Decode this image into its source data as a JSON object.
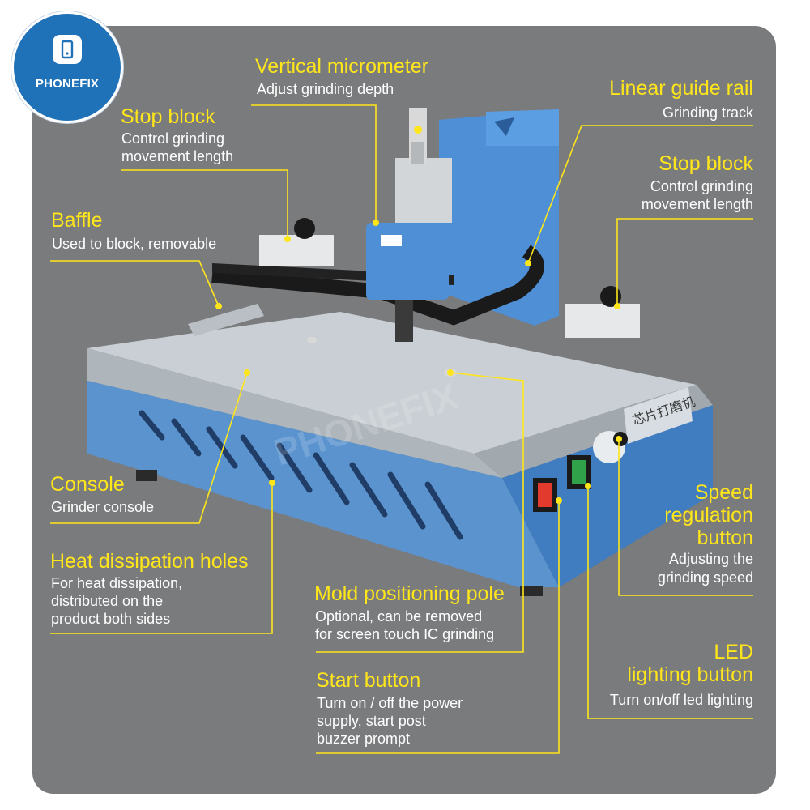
{
  "brand": {
    "name": "PHONEFIX",
    "logo_icon": "phone-wrench-icon",
    "color": "#1f71b8"
  },
  "watermark": "PHONEFIX",
  "machine_panel_text": "芯片打磨机",
  "accent_color": "#ffe61a",
  "background_color": "#7a7b7d",
  "callouts": {
    "vertical_micrometer": {
      "title": "Vertical micrometer",
      "desc": "Adjust grinding depth"
    },
    "stop_block_left": {
      "title": "Stop block",
      "desc_1": "Control grinding",
      "desc_2": "movement length"
    },
    "linear_guide_rail": {
      "title": "Linear guide rail",
      "desc": "Grinding track"
    },
    "stop_block_right": {
      "title": "Stop block",
      "desc_1": "Control grinding",
      "desc_2": "movement length"
    },
    "baffle": {
      "title": "Baffle",
      "desc": "Used to block, removable"
    },
    "console": {
      "title": "Console",
      "desc": "Grinder console"
    },
    "heat_dissipation_holes": {
      "title": "Heat dissipation holes",
      "desc_1": "For heat dissipation,",
      "desc_2": "distributed on the",
      "desc_3": "product both sides"
    },
    "mold_positioning_pole": {
      "title": "Mold positioning pole",
      "desc_1": "Optional, can be removed",
      "desc_2": "for screen touch IC grinding"
    },
    "start_button": {
      "title": "Start button",
      "desc_1": "Turn on / off the power",
      "desc_2": "supply, start post",
      "desc_3": "buzzer prompt"
    },
    "speed_regulation_button": {
      "title_1": "Speed",
      "title_2": "regulation",
      "title_3": "button",
      "desc_1": "Adjusting the",
      "desc_2": "grinding speed"
    },
    "led_lighting_button": {
      "title_1": "LED",
      "title_2": "lighting button",
      "desc": "Turn on/off led lighting"
    }
  }
}
